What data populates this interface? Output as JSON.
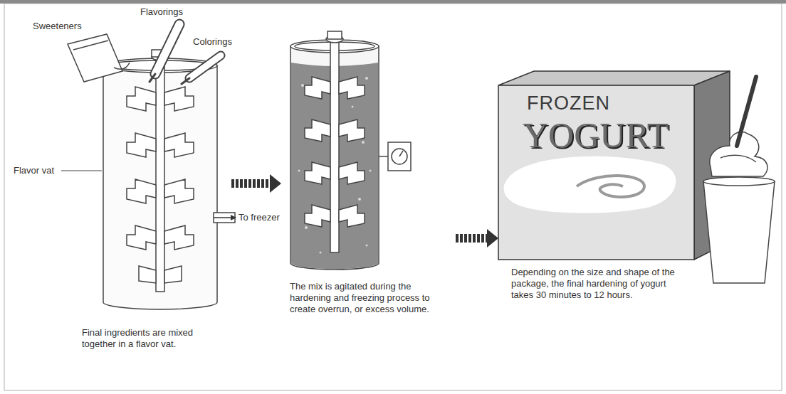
{
  "diagram": {
    "nodes": [
      {
        "text": [
          "Final ingredients are mixed together in a flavor vat."
        ]
      },
      {
        "text": [
          "The mix is agitated during the hardening and freezing process to create overrun, or excess volume."
        ]
      },
      {
        "text": [
          "FROZEN",
          "YOGURT",
          "Depending on the size and shape of the package, the final hardening of yogurt takes 30 minutes to 12 hours."
        ]
      }
    ],
    "edges": [
      {
        "from": 0,
        "to": 1,
        "arrow": "to"
      },
      {
        "from": 1,
        "to": 2,
        "arrow": "to"
      }
    ],
    "labels": [
      "Sweeteners",
      "Flavorings",
      "Colorings",
      "Flavor vat",
      "To freezer"
    ]
  }
}
